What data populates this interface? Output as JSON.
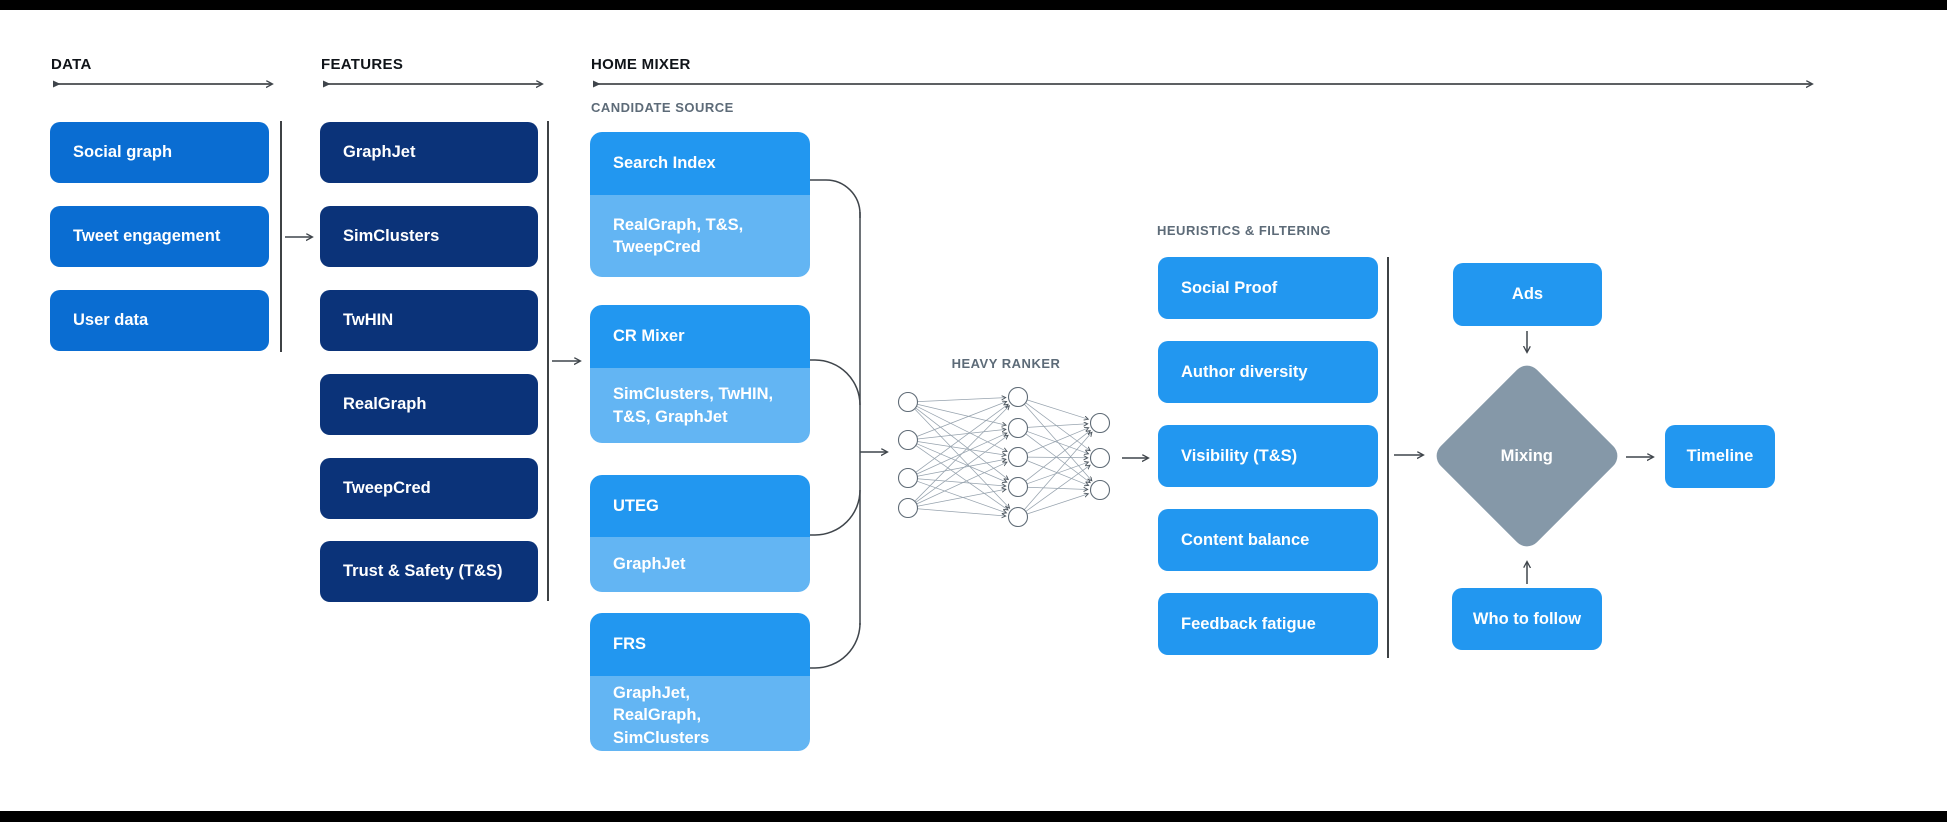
{
  "headers": {
    "data": "DATA",
    "features": "FEATURES",
    "home_mixer": "HOME MIXER"
  },
  "data_column": {
    "items": [
      {
        "label": "Social graph"
      },
      {
        "label": "Tweet engagement"
      },
      {
        "label": "User data"
      }
    ]
  },
  "features_column": {
    "items": [
      {
        "label": "GraphJet"
      },
      {
        "label": "SimClusters"
      },
      {
        "label": "TwHIN"
      },
      {
        "label": "RealGraph"
      },
      {
        "label": "TweepCred"
      },
      {
        "label": "Trust & Safety (T&S)"
      }
    ]
  },
  "candidate_source": {
    "label": "CANDIDATE SOURCE",
    "sources": [
      {
        "name": "Search Index",
        "uses": "RealGraph, T&S, TweepCred"
      },
      {
        "name": "CR Mixer",
        "uses": "SimClusters, TwHIN, T&S, GraphJet"
      },
      {
        "name": "UTEG",
        "uses": "GraphJet"
      },
      {
        "name": "FRS",
        "uses": "GraphJet, RealGraph, SimClusters"
      }
    ]
  },
  "heavy_ranker": {
    "label": "HEAVY RANKER"
  },
  "heuristics": {
    "label": "HEURISTICS & FILTERING",
    "items": [
      {
        "label": "Social Proof"
      },
      {
        "label": "Author diversity"
      },
      {
        "label": "Visibility (T&S)"
      },
      {
        "label": "Content balance"
      },
      {
        "label": "Feedback fatigue"
      }
    ]
  },
  "mixing": {
    "ads_label": "Ads",
    "diamond_label": "Mixing",
    "who_to_follow_label": "Who to follow",
    "timeline_label": "Timeline"
  },
  "colors": {
    "primary_blue": "#0a6dd2",
    "navy_blue": "#0b3379",
    "bright_blue": "#2297f0",
    "light_blue": "#63b5f3",
    "diamond_gray": "#8598a8",
    "label_gray": "#5d6b78",
    "heading_dark": "#101419"
  }
}
